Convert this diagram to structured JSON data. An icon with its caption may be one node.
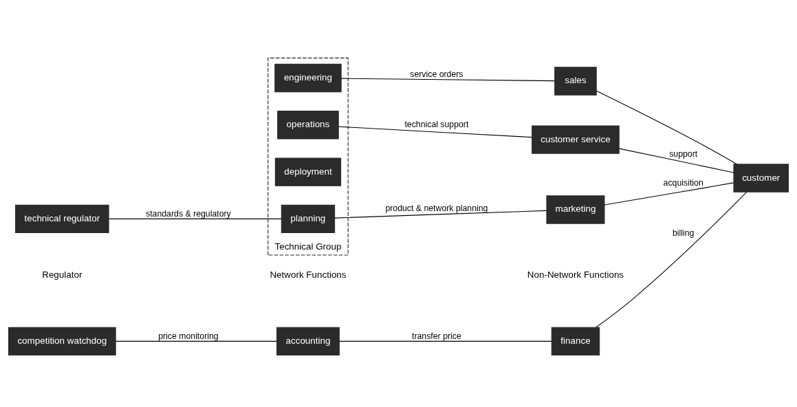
{
  "diagram": {
    "nodes": [
      {
        "text": [
          "competition watchdog"
        ]
      },
      {
        "text": [
          "technical regulator"
        ]
      },
      {
        "text": [
          "accounting"
        ]
      },
      {
        "text": [
          "Technical Group"
        ]
      },
      {
        "text": [
          "planning"
        ],
        "in": 3
      },
      {
        "text": [
          "engineering"
        ],
        "in": 3
      },
      {
        "text": [
          "deployment"
        ],
        "in": 3
      },
      {
        "text": [
          "operations"
        ],
        "in": 3
      },
      {
        "text": [
          "finance"
        ]
      },
      {
        "text": [
          "marketing"
        ]
      },
      {
        "text": [
          "sales"
        ]
      },
      {
        "text": [
          "customer service"
        ]
      },
      {
        "text": [
          "customer"
        ]
      }
    ],
    "edges": [
      {
        "from": 0,
        "to": 2,
        "arrow": "none",
        "label": "price monitoring"
      },
      {
        "from": 1,
        "to": 4,
        "arrow": "none",
        "label": "standards & regulatory"
      },
      {
        "from": 2,
        "to": 8,
        "arrow": "none",
        "label": "transfer price"
      },
      {
        "from": 4,
        "to": 9,
        "arrow": "none",
        "label": "product & network planning"
      },
      {
        "from": 5,
        "to": 10,
        "arrow": "none",
        "label": "service orders"
      },
      {
        "from": 7,
        "to": 11,
        "arrow": "none",
        "label": "technical support"
      },
      {
        "from": 8,
        "to": 12,
        "arrow": "none",
        "label": "billing"
      },
      {
        "from": 9,
        "to": 12,
        "arrow": "none",
        "label": "acquisition"
      },
      {
        "from": 10,
        "to": 12,
        "arrow": "none"
      },
      {
        "from": 11,
        "to": 12,
        "arrow": "none",
        "label": "support"
      }
    ],
    "labels": [
      "Regulator",
      "Network Functions",
      "Non-Network Functions"
    ]
  }
}
